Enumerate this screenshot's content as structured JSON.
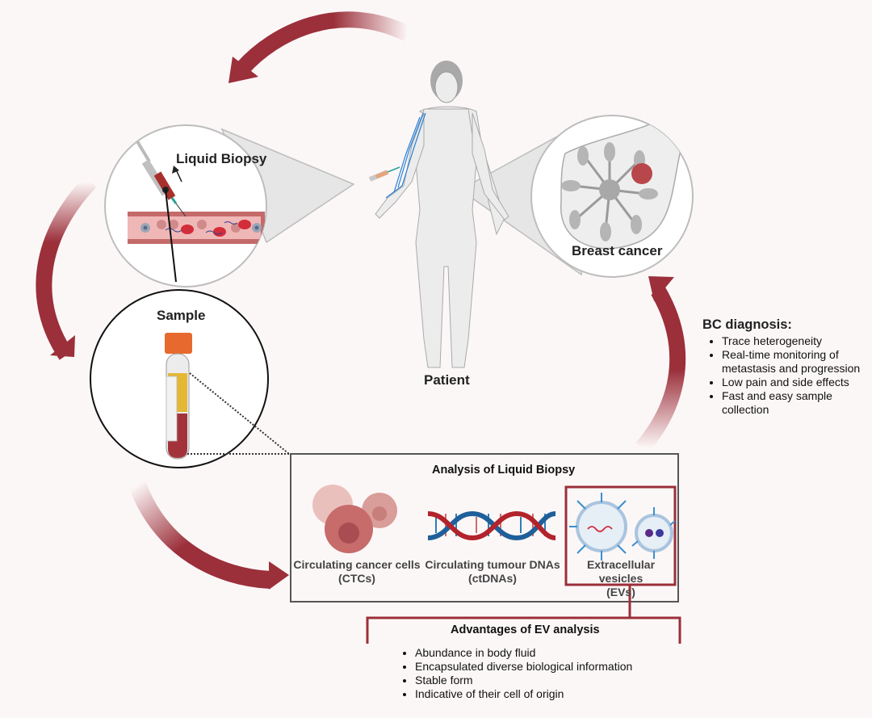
{
  "labels": {
    "liquid_biopsy": "Liquid Biopsy",
    "breast_cancer": "Breast cancer",
    "sample": "Sample",
    "patient": "Patient"
  },
  "bc_diagnosis": {
    "title": "BC diagnosis:",
    "items": [
      "Trace heterogeneity",
      "Real-time monitoring of metastasis and progression",
      "Low pain and side effects",
      "Fast and easy sample collection"
    ]
  },
  "analysis": {
    "title": "Analysis of Liquid Biopsy",
    "items": [
      {
        "name": "Circulating cancer cells",
        "abbr": "(CTCs)"
      },
      {
        "name": "Circulating tumour DNAs",
        "abbr": "(ctDNAs)"
      },
      {
        "name": "Extracellular vesicles",
        "abbr": "(EVs)"
      }
    ]
  },
  "ev_advantages": {
    "title": "Advantages of EV analysis",
    "items": [
      "Abundance in body fluid",
      "Encapsulated diverse biological information",
      "Stable form",
      "Indicative of their cell of origin"
    ]
  },
  "colors": {
    "arrow": "#9b2f3a",
    "background": "#fcf7f7",
    "ev_box": "#9b2f3a",
    "tube_cap": "#e8692d",
    "plasma": "#e4b735",
    "blood": "#a3333a"
  }
}
